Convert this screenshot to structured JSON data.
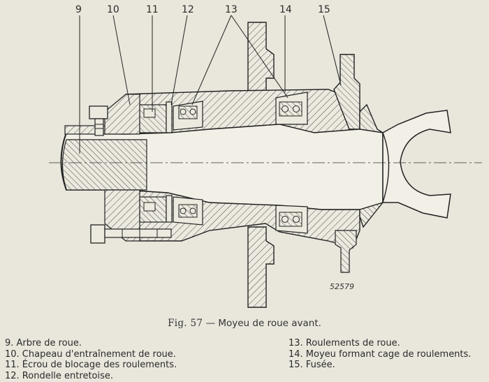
{
  "callouts": [
    {
      "num": "9"
    },
    {
      "num": "10"
    },
    {
      "num": "11"
    },
    {
      "num": "12"
    },
    {
      "num": "13"
    },
    {
      "num": "14"
    },
    {
      "num": "15"
    }
  ],
  "serial": "52579",
  "caption": {
    "fig": "Fig. 57",
    "dash": "—",
    "title": "Moyeu de roue avant."
  },
  "legend_left": [
    "9. Arbre de roue.",
    "10. Chapeau d'entraînement de roue.",
    "11. Écrou de blocage des roulements.",
    "12. Rondelle entretoise."
  ],
  "legend_right": [
    "13. Roulements de roue.",
    "14. Moyeu formant cage de roulements.",
    "15. Fusée."
  ]
}
